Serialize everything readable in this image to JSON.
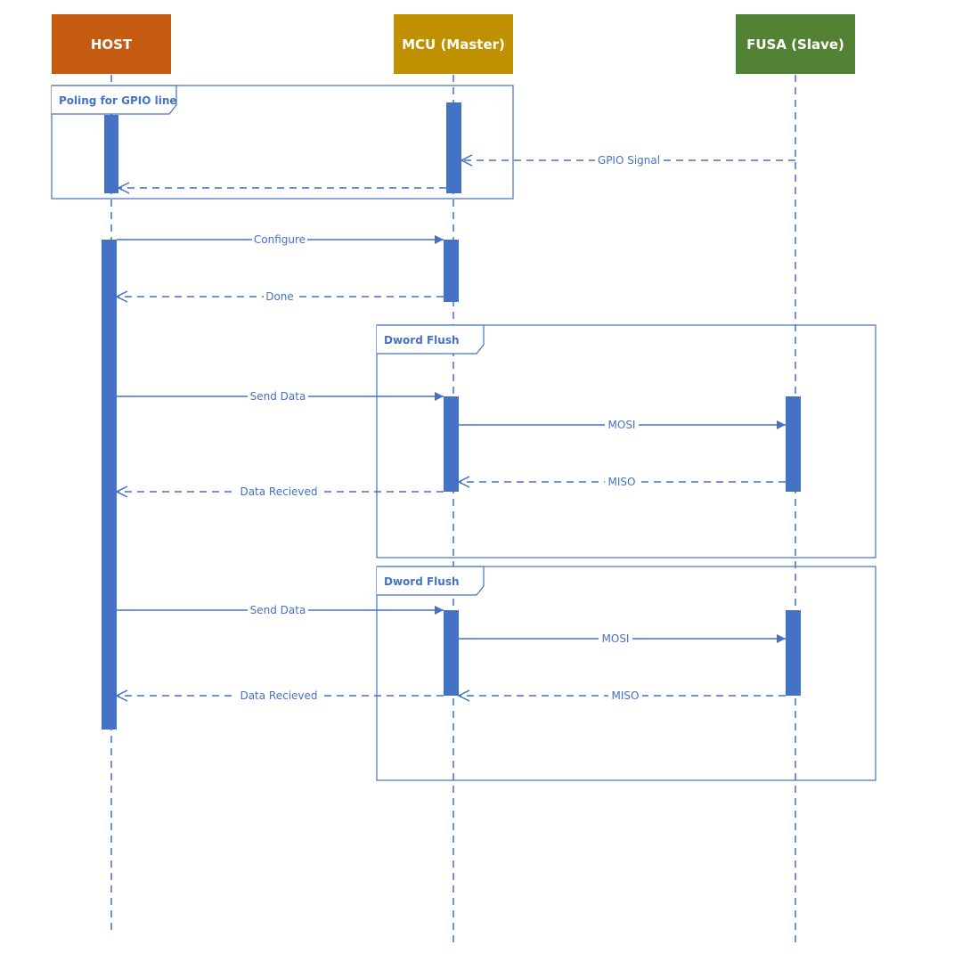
{
  "participants": [
    {
      "id": "host",
      "label": "HOST",
      "color": "#C55A11"
    },
    {
      "id": "mcu",
      "label": "MCU (Master)",
      "color": "#BF9000"
    },
    {
      "id": "fusa",
      "label": "FUSA (Slave)",
      "color": "#548235"
    }
  ],
  "frames": [
    {
      "label": "Poling for GPIO line"
    },
    {
      "label": "Dword Flush"
    },
    {
      "label": "Dword Flush"
    }
  ],
  "messages": [
    {
      "from": "fusa",
      "to": "mcu",
      "label": "GPIO Signal",
      "style": "dashed"
    },
    {
      "from": "mcu",
      "to": "host",
      "label": "",
      "style": "dashed"
    },
    {
      "from": "host",
      "to": "mcu",
      "label": "Configure",
      "style": "solid"
    },
    {
      "from": "mcu",
      "to": "host",
      "label": "Done",
      "style": "dashed"
    },
    {
      "from": "host",
      "to": "mcu",
      "label": "Send Data",
      "style": "solid"
    },
    {
      "from": "mcu",
      "to": "fusa",
      "label": "MOSI",
      "style": "solid"
    },
    {
      "from": "fusa",
      "to": "mcu",
      "label": "MISO",
      "style": "dashed"
    },
    {
      "from": "mcu",
      "to": "host",
      "label": "Data Recieved",
      "style": "dashed"
    },
    {
      "from": "host",
      "to": "mcu",
      "label": "Send Data",
      "style": "solid"
    },
    {
      "from": "mcu",
      "to": "fusa",
      "label": "MOSI",
      "style": "solid"
    },
    {
      "from": "fusa",
      "to": "mcu",
      "label": "MISO",
      "style": "dashed"
    },
    {
      "from": "mcu",
      "to": "host",
      "label": "Data Recieved",
      "style": "dashed"
    }
  ],
  "colors": {
    "line": "#4472C4",
    "activation": "#4472C4"
  }
}
